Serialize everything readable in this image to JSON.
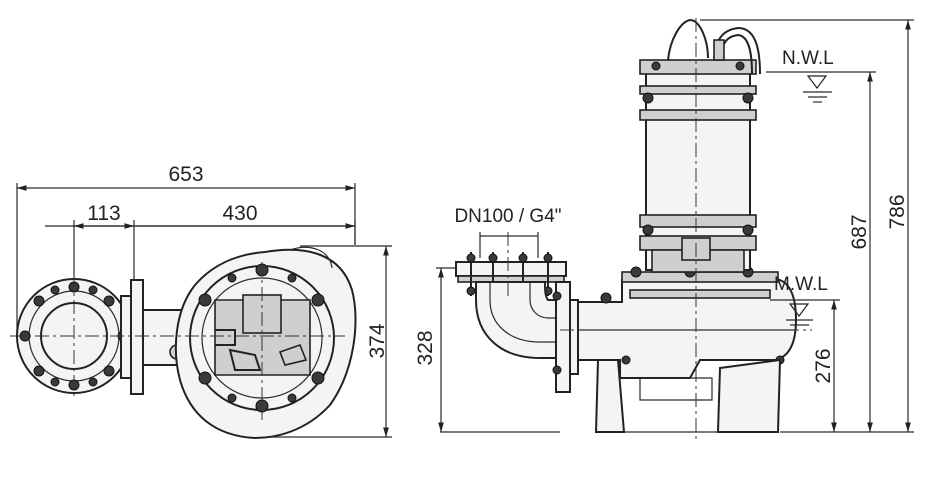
{
  "plan_view": {
    "overall_width": "653",
    "flange_offset": "113",
    "body_length": "430",
    "height": "374"
  },
  "side_view": {
    "outlet": "DN100 / G4\"",
    "outlet_height": "328",
    "min_water_level": "276",
    "normal_water_level_height": "687",
    "total_height": "786",
    "nwl_label": "N.W.L",
    "mwl_label": "M.W.L"
  }
}
